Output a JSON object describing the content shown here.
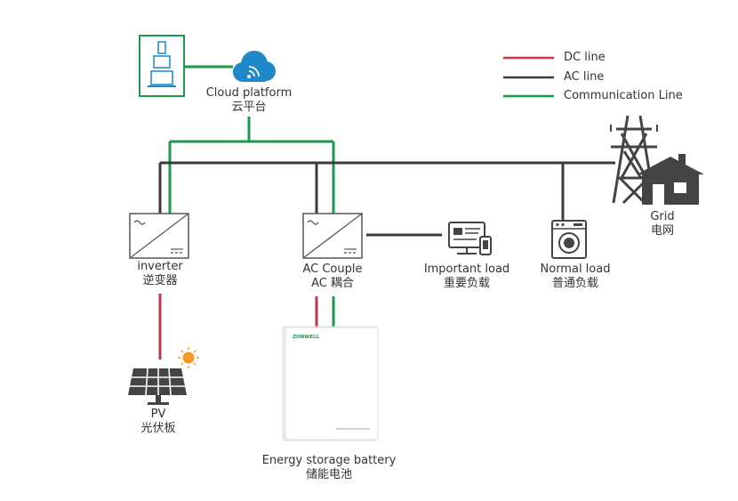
{
  "legend": [
    {
      "label": "DC line",
      "color": "#c0394b"
    },
    {
      "label": "AC line",
      "color": "#3a3a3a"
    },
    {
      "label": "Communication Line",
      "color": "#1a9a4a"
    }
  ],
  "nodes": {
    "cloud": {
      "en": "Cloud platform",
      "zh": "云平台"
    },
    "inverter": {
      "en": "inverter",
      "zh": "逆变器"
    },
    "ac_couple": {
      "en": "AC Couple",
      "zh": "AC 耦合"
    },
    "important_load": {
      "en": "Important load",
      "zh": "重要负载"
    },
    "normal_load": {
      "en": "Normal load",
      "zh": "普通负载"
    },
    "grid": {
      "en": "Grid",
      "zh": "电网"
    },
    "pv": {
      "en": "PV",
      "zh": "光伏板"
    },
    "battery": {
      "en": "Energy storage battery",
      "zh": "储能电池",
      "brand": "ZONWELL"
    }
  },
  "colors": {
    "dc": "#c0394b",
    "ac": "#3a3a3a",
    "comm": "#1a9a4a",
    "cloud": "#1e88c9",
    "sun": "#f39a1e"
  }
}
